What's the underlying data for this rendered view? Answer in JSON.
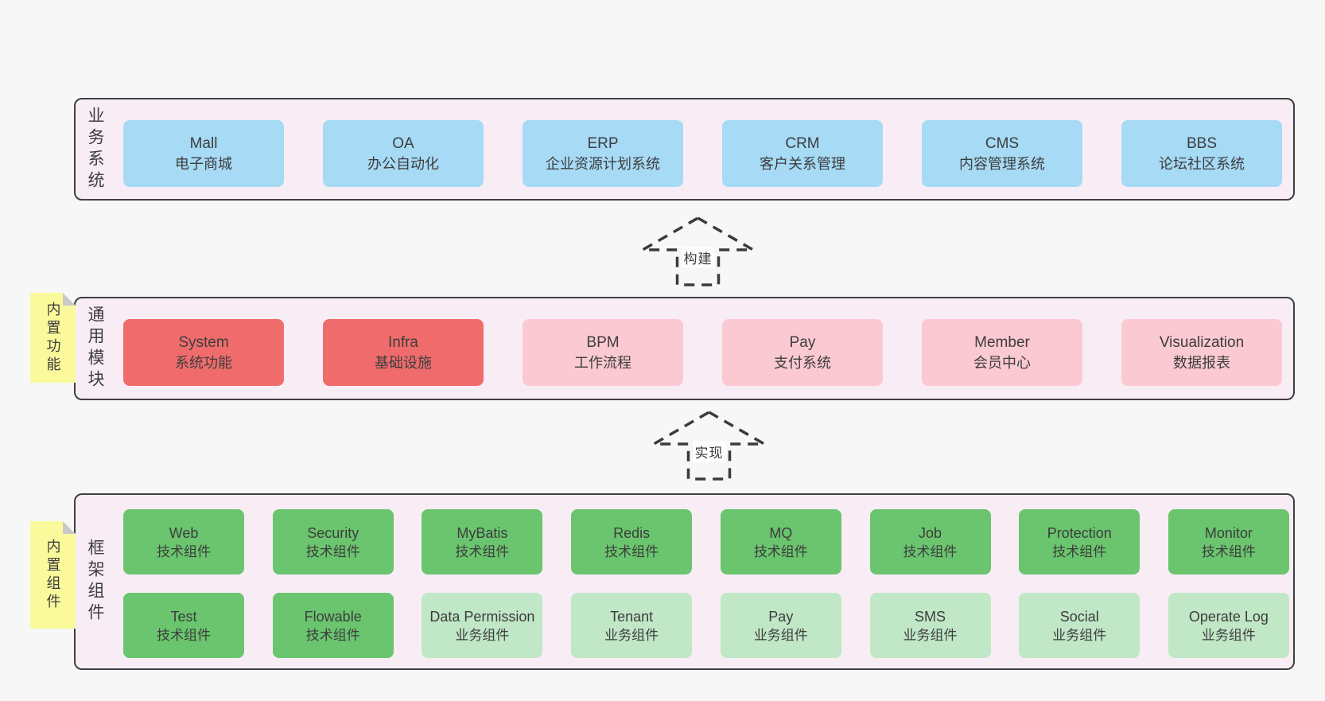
{
  "colors": {
    "page_bg": "#f7f7f7",
    "panel_bg": "#f8edf5",
    "panel_border": "#3f3f3f",
    "blue": "#a6daf5",
    "red": "#f06c6c",
    "pink": "#fbc9d2",
    "green": "#6ac56e",
    "light_green": "#c0e7c6",
    "sticky": "#fafa9c",
    "sticky_fold": "#c9c9c9",
    "text": "#3d3d3d",
    "arrow_stroke": "#3b3b3b"
  },
  "panels": {
    "business": {
      "side_label": "业务系统",
      "boxes": [
        {
          "title": "Mall",
          "subtitle": "电子商城",
          "color": "blue"
        },
        {
          "title": "OA",
          "subtitle": "办公自动化",
          "color": "blue"
        },
        {
          "title": "ERP",
          "subtitle": "企业资源计划系统",
          "color": "blue"
        },
        {
          "title": "CRM",
          "subtitle": "客户关系管理",
          "color": "blue"
        },
        {
          "title": "CMS",
          "subtitle": "内容管理系统",
          "color": "blue"
        },
        {
          "title": "BBS",
          "subtitle": "论坛社区系统",
          "color": "blue"
        }
      ]
    },
    "modules": {
      "side_label": "通用模块",
      "sticky_label": "内置功能",
      "boxes": [
        {
          "title": "System",
          "subtitle": "系统功能",
          "color": "red"
        },
        {
          "title": "Infra",
          "subtitle": "基础设施",
          "color": "red"
        },
        {
          "title": "BPM",
          "subtitle": "工作流程",
          "color": "pink"
        },
        {
          "title": "Pay",
          "subtitle": "支付系统",
          "color": "pink"
        },
        {
          "title": "Member",
          "subtitle": "会员中心",
          "color": "pink"
        },
        {
          "title": "Visualization",
          "subtitle": "数据报表",
          "color": "pink"
        }
      ]
    },
    "components": {
      "side_label": "框架组件",
      "sticky_label": "内置组件",
      "rows": [
        [
          {
            "title": "Web",
            "subtitle": "技术组件",
            "color": "green"
          },
          {
            "title": "Security",
            "subtitle": "技术组件",
            "color": "green"
          },
          {
            "title": "MyBatis",
            "subtitle": "技术组件",
            "color": "green"
          },
          {
            "title": "Redis",
            "subtitle": "技术组件",
            "color": "green"
          },
          {
            "title": "MQ",
            "subtitle": "技术组件",
            "color": "green"
          },
          {
            "title": "Job",
            "subtitle": "技术组件",
            "color": "green"
          },
          {
            "title": "Protection",
            "subtitle": "技术组件",
            "color": "green"
          },
          {
            "title": "Monitor",
            "subtitle": "技术组件",
            "color": "green"
          }
        ],
        [
          {
            "title": "Test",
            "subtitle": "技术组件",
            "color": "green"
          },
          {
            "title": "Flowable",
            "subtitle": "技术组件",
            "color": "green"
          },
          {
            "title": "Data Permission",
            "subtitle": "业务组件",
            "color": "light_green"
          },
          {
            "title": "Tenant",
            "subtitle": "业务组件",
            "color": "light_green"
          },
          {
            "title": "Pay",
            "subtitle": "业务组件",
            "color": "light_green"
          },
          {
            "title": "SMS",
            "subtitle": "业务组件",
            "color": "light_green"
          },
          {
            "title": "Social",
            "subtitle": "业务组件",
            "color": "light_green"
          },
          {
            "title": "Operate Log",
            "subtitle": "业务组件",
            "color": "light_green"
          }
        ]
      ]
    }
  },
  "arrows": [
    {
      "label": "构建"
    },
    {
      "label": "实现"
    }
  ]
}
